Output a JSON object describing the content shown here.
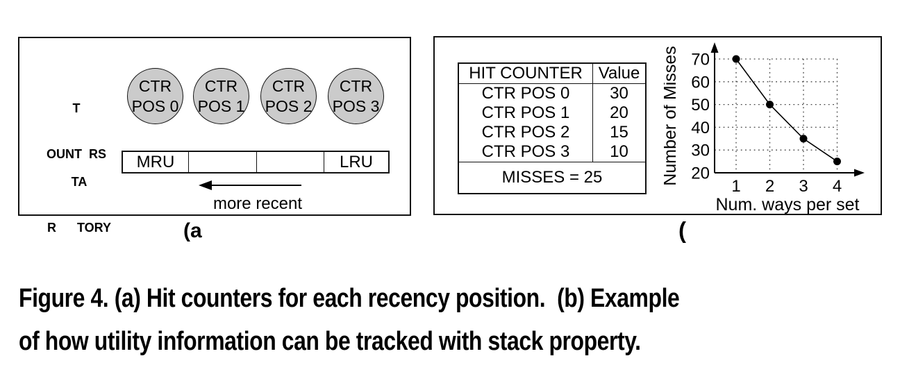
{
  "figure": {
    "caption_line1": "Figure 4. (a) Hit counters for each recency position.  (b) Example",
    "caption_line2": "of how utility information can be tracked with stack property."
  },
  "panel_a": {
    "caption": "(a",
    "counters_label": {
      "line1": "T",
      "line2": "OUNT  RS"
    },
    "history_label": {
      "line1": "TA",
      "line2": "R      TORY"
    },
    "circles": [
      {
        "line1": "CTR",
        "line2": "POS 0"
      },
      {
        "line1": "CTR",
        "line2": "POS 1"
      },
      {
        "line1": "CTR",
        "line2": "POS 2"
      },
      {
        "line1": "CTR",
        "line2": "POS 3"
      }
    ],
    "stack_cells": [
      "MRU",
      "",
      "",
      "LRU"
    ],
    "arrow_label": "more recent",
    "circle_fill": "#cbcbcb"
  },
  "panel_b": {
    "caption": "(",
    "table": {
      "headers": [
        "HIT COUNTER",
        "Value"
      ],
      "rows": [
        {
          "label": "CTR POS 0",
          "value": "30"
        },
        {
          "label": "CTR POS 1",
          "value": "20"
        },
        {
          "label": "CTR POS 2",
          "value": "15"
        },
        {
          "label": "CTR POS 3",
          "value": "10"
        }
      ],
      "footer": "MISSES = 25"
    }
  },
  "chart_data": {
    "type": "line",
    "x": [
      1,
      2,
      3,
      4
    ],
    "series": [
      {
        "name": "Number of Misses",
        "values": [
          70,
          50,
          35,
          25
        ]
      }
    ],
    "title": "",
    "xlabel": "Num. ways per set",
    "ylabel": "Number of Misses",
    "xticks": [
      1,
      2,
      3,
      4
    ],
    "yticks": [
      20,
      30,
      40,
      50,
      60,
      70
    ],
    "xlim": [
      0.5,
      4.7
    ],
    "ylim": [
      20,
      75
    ],
    "grid": "dotted",
    "legend": "none",
    "marker": "filled-circle",
    "line_color": "#000000"
  }
}
